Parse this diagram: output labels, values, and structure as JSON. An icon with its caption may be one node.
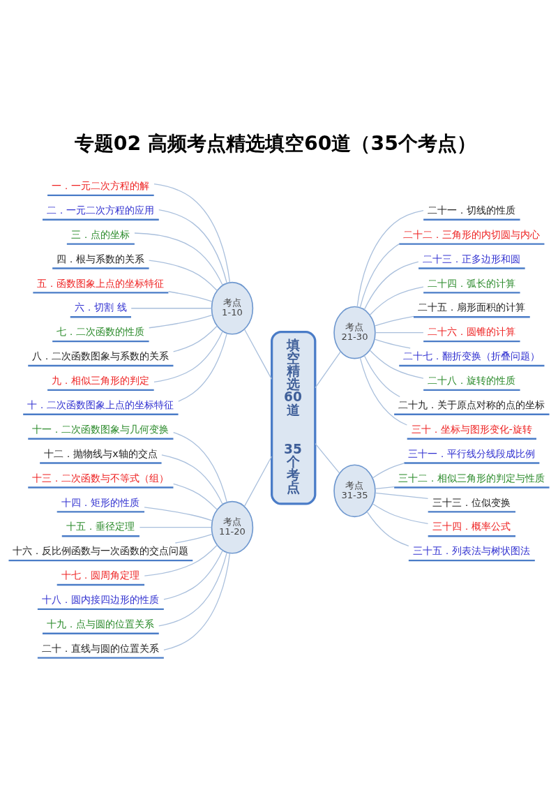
{
  "diagram": {
    "title": "专题02 高频考点精选填空60道（35个考点）",
    "nodes": [
      {
        "text": [
          "填空精选60道",
          "35个考点"
        ]
      },
      {
        "text": [
          "考点 1-10"
        ]
      },
      {
        "text": [
          "一．一元二次方程的解"
        ]
      },
      {
        "text": [
          "二．一元二次方程的应用"
        ]
      },
      {
        "text": [
          "三．点的坐标"
        ]
      },
      {
        "text": [
          "四．根与系数的关系"
        ]
      },
      {
        "text": [
          "五．函数图象上点的坐标特征"
        ]
      },
      {
        "text": [
          "六．切割 线"
        ]
      },
      {
        "text": [
          "七．二次函数的性质"
        ]
      },
      {
        "text": [
          "八．二次函数图象与系数的关系"
        ]
      },
      {
        "text": [
          "九．相似三角形的判定"
        ]
      },
      {
        "text": [
          "十．二次函数图象上点的坐标特征"
        ]
      },
      {
        "text": [
          "考点 11-20"
        ]
      },
      {
        "text": [
          "十一．二次函数图象与几何变换"
        ]
      },
      {
        "text": [
          "十二．抛物线与x轴的交点"
        ]
      },
      {
        "text": [
          "十三．二次函数与不等式（组）"
        ]
      },
      {
        "text": [
          "十四．矩形的性质"
        ]
      },
      {
        "text": [
          "十五．垂径定理"
        ]
      },
      {
        "text": [
          "十六．反比例函数与一次函数的交点问题"
        ]
      },
      {
        "text": [
          "十七．圆周角定理"
        ]
      },
      {
        "text": [
          "十八．圆内接四边形的性质"
        ]
      },
      {
        "text": [
          "十九．点与圆的位置关系"
        ]
      },
      {
        "text": [
          "二十．直线与圆的位置关系"
        ]
      },
      {
        "text": [
          "考点 21-30"
        ]
      },
      {
        "text": [
          "二十一．切线的性质"
        ]
      },
      {
        "text": [
          "二十二．三角形的内切圆与内心"
        ]
      },
      {
        "text": [
          "二十三．正多边形和圆"
        ]
      },
      {
        "text": [
          "二十四．弧长的计算"
        ]
      },
      {
        "text": [
          "二十五．扇形面积的计算"
        ]
      },
      {
        "text": [
          "二十六．圆锥的计算"
        ]
      },
      {
        "text": [
          "二十七．翻折变换（折叠问题）"
        ]
      },
      {
        "text": [
          "二十八．旋转的性质"
        ]
      },
      {
        "text": [
          "二十九．关于原点对称的点的坐标"
        ]
      },
      {
        "text": [
          "三十．坐标与图形变化-旋转"
        ]
      },
      {
        "text": [
          "考点 31-35"
        ]
      },
      {
        "text": [
          "三十一．平行线分线段成比例"
        ]
      },
      {
        "text": [
          "三十二．相似三角形的判定与性质"
        ]
      },
      {
        "text": [
          "三十三．位似变换"
        ]
      },
      {
        "text": [
          "三十四．概率公式"
        ]
      },
      {
        "text": [
          "三十五．列表法与树状图法"
        ]
      }
    ],
    "edges": [
      {
        "from": 2,
        "to": 1,
        "arrow": "none"
      },
      {
        "from": 3,
        "to": 1,
        "arrow": "none"
      },
      {
        "from": 4,
        "to": 1,
        "arrow": "none"
      },
      {
        "from": 5,
        "to": 1,
        "arrow": "none"
      },
      {
        "from": 6,
        "to": 1,
        "arrow": "none"
      },
      {
        "from": 7,
        "to": 1,
        "arrow": "none"
      },
      {
        "from": 8,
        "to": 1,
        "arrow": "none"
      },
      {
        "from": 9,
        "to": 1,
        "arrow": "none"
      },
      {
        "from": 10,
        "to": 1,
        "arrow": "none"
      },
      {
        "from": 11,
        "to": 1,
        "arrow": "none"
      },
      {
        "from": 1,
        "to": 0,
        "arrow": "none"
      },
      {
        "from": 13,
        "to": 12,
        "arrow": "none"
      },
      {
        "from": 14,
        "to": 12,
        "arrow": "none"
      },
      {
        "from": 15,
        "to": 12,
        "arrow": "none"
      },
      {
        "from": 16,
        "to": 12,
        "arrow": "none"
      },
      {
        "from": 17,
        "to": 12,
        "arrow": "none"
      },
      {
        "from": 18,
        "to": 12,
        "arrow": "none"
      },
      {
        "from": 19,
        "to": 12,
        "arrow": "none"
      },
      {
        "from": 20,
        "to": 12,
        "arrow": "none"
      },
      {
        "from": 21,
        "to": 12,
        "arrow": "none"
      },
      {
        "from": 22,
        "to": 12,
        "arrow": "none"
      },
      {
        "from": 12,
        "to": 0,
        "arrow": "none"
      },
      {
        "from": 0,
        "to": 23,
        "arrow": "none"
      },
      {
        "from": 23,
        "to": 24,
        "arrow": "none"
      },
      {
        "from": 23,
        "to": 25,
        "arrow": "none"
      },
      {
        "from": 23,
        "to": 26,
        "arrow": "none"
      },
      {
        "from": 23,
        "to": 27,
        "arrow": "none"
      },
      {
        "from": 23,
        "to": 28,
        "arrow": "none"
      },
      {
        "from": 23,
        "to": 29,
        "arrow": "none"
      },
      {
        "from": 23,
        "to": 30,
        "arrow": "none"
      },
      {
        "from": 23,
        "to": 31,
        "arrow": "none"
      },
      {
        "from": 23,
        "to": 32,
        "arrow": "none"
      },
      {
        "from": 23,
        "to": 33,
        "arrow": "none"
      },
      {
        "from": 0,
        "to": 34,
        "arrow": "none"
      },
      {
        "from": 34,
        "to": 35,
        "arrow": "none"
      },
      {
        "from": 34,
        "to": 36,
        "arrow": "none"
      },
      {
        "from": 34,
        "to": 37,
        "arrow": "none"
      },
      {
        "from": 34,
        "to": 38,
        "arrow": "none"
      },
      {
        "from": 34,
        "to": 39,
        "arrow": "none"
      }
    ]
  }
}
